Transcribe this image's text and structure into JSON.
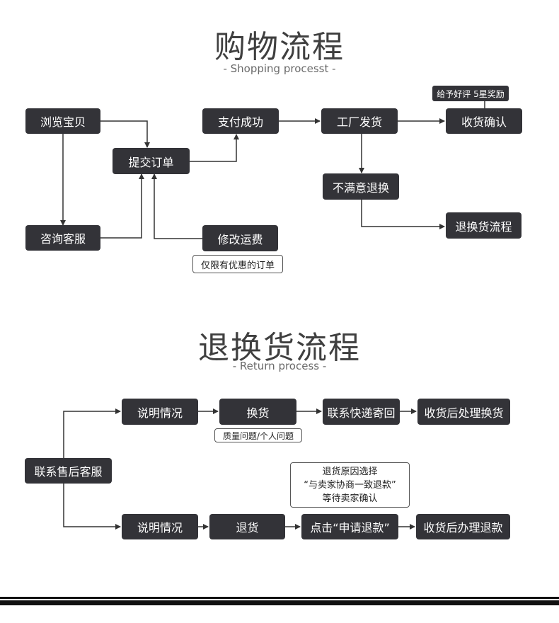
{
  "shopping": {
    "title": "购物流程",
    "subtitle": "- Shopping processt -",
    "nodes": {
      "browse": "浏览宝贝",
      "consult": "咨询客服",
      "submit": "提交订单",
      "pay": "支付成功",
      "modify": "修改运费",
      "ship": "工厂发货",
      "confirm": "收货确认",
      "unhappy": "不满意退换",
      "returnflow": "退换货流程"
    },
    "notes": {
      "discount_only": "仅限有优惠的订单",
      "review_reward": "给予好评 5星奖励"
    }
  },
  "returns": {
    "title": "退换货流程",
    "subtitle": "- Return process -",
    "nodes": {
      "contact": "联系售后客服",
      "explain1": "说明情况",
      "exchange": "换货",
      "express": "联系快递寄回",
      "after_exchange": "收货后处理换货",
      "explain2": "说明情况",
      "refund": "退货",
      "click": "点击“申请退款”",
      "after_refund": "收货后办理退款"
    },
    "notes": {
      "quality": "质量问题/个人问题",
      "reason_line1": "退货原因选择",
      "reason_line2": "“与卖家协商一致退款”",
      "reason_line3": "等待卖家确认"
    }
  }
}
